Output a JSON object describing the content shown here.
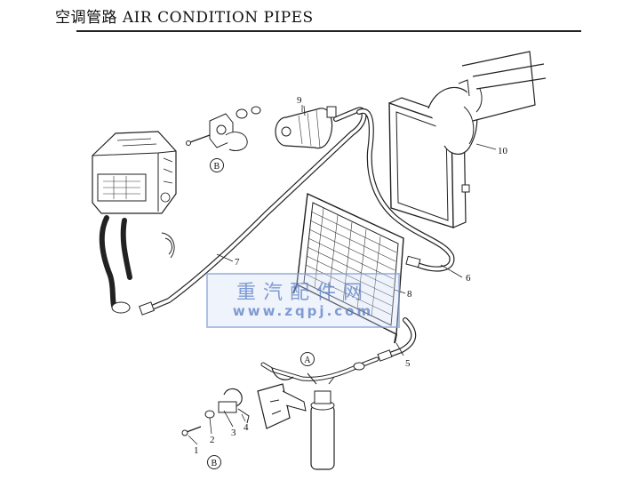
{
  "header": {
    "title": "空调管路 AIR CONDITION PIPES"
  },
  "callouts": {
    "c1": "1",
    "c2": "2",
    "c3": "3",
    "c4": "4",
    "c5": "5",
    "c6": "6",
    "c7": "7",
    "c8": "8",
    "c9": "9",
    "c10": "10"
  },
  "circled": {
    "a": "A",
    "b1": "B",
    "b2": "B"
  },
  "watermark": {
    "title": "重汽配件网",
    "url": "www.zqpj.com"
  }
}
